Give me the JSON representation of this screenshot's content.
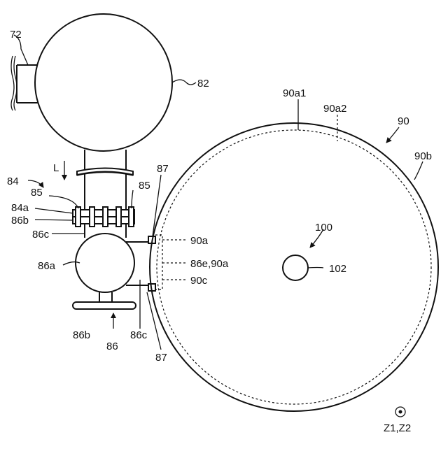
{
  "labels": {
    "l72": "72",
    "l82": "82",
    "l84": "84",
    "lL": "L",
    "l85a": "85",
    "l85b": "85",
    "l84a": "84a",
    "l86b_top": "86b",
    "l86c_top": "86c",
    "l86a": "86a",
    "l86b_bottom": "86b",
    "l86": "86",
    "l86c_bottom": "86c",
    "l87_top": "87",
    "l87_bottom": "87",
    "l90a": "90a",
    "l86e90a": "86e,90a",
    "l90c": "90c",
    "l90a1": "90a1",
    "l90a2": "90a2",
    "l90": "90",
    "l90b": "90b",
    "l100": "100",
    "l102": "102",
    "lZ": "Z1,Z2"
  },
  "icons": {
    "axis_symbol": "dot-in-circle-icon"
  }
}
